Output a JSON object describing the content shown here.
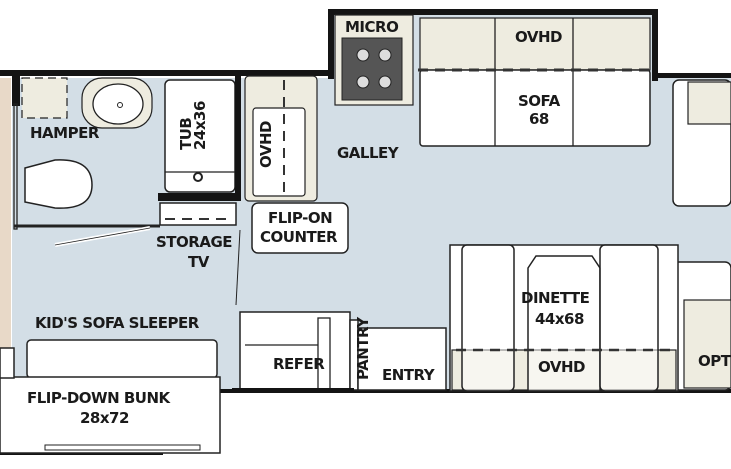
{
  "floorplan": {
    "labels": {
      "micro": "MICRO",
      "ovhd_sofa": "OVHD",
      "sofa": "SOFA",
      "sofa_size": "68",
      "hamper": "HAMPER",
      "tub": "TUB",
      "tub_size": "24x36",
      "ovhd_galley": "OVHD",
      "galley": "GALLEY",
      "flip_on_counter_1": "FLIP-ON",
      "flip_on_counter_2": "COUNTER",
      "storage": "STORAGE",
      "tv": "TV",
      "kids_sofa_sleeper": "KID'S SOFA SLEEPER",
      "refer": "REFER",
      "pantry": "PANTRY",
      "entry": "ENTRY",
      "dinette": "DINETTE",
      "dinette_size": "44x68",
      "ovhd_dinette": "OVHD",
      "opt": "OPT",
      "flip_down_bunk": "FLIP-DOWN BUNK",
      "bunk_size": "28x72"
    },
    "colors": {
      "floor": "#d3dee6",
      "overhead": "#eeece0",
      "wall": "#141414",
      "cab_strip": "#e8d9c8"
    }
  }
}
